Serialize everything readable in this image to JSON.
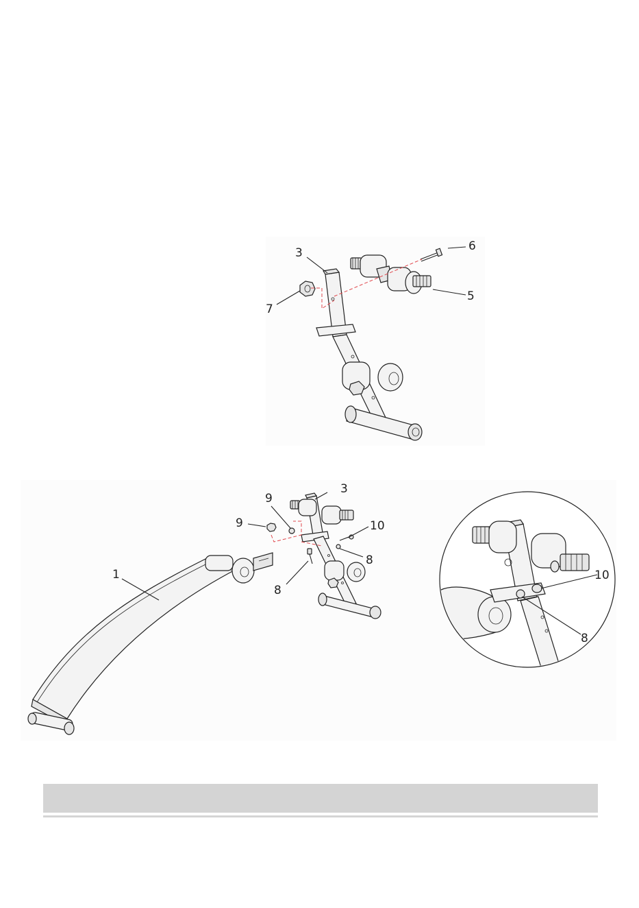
{
  "figure_top": {
    "callouts": [
      "3",
      "6",
      "7",
      "5"
    ]
  },
  "figure_bottom": {
    "callouts": [
      "3",
      "9",
      "9",
      "10",
      "1",
      "8",
      "8"
    ]
  },
  "detail": {
    "callouts": [
      "10",
      "8"
    ]
  },
  "colors": {
    "line": "#222222",
    "guide": "#e0464b",
    "footer_bar": "#d4d4d4"
  }
}
